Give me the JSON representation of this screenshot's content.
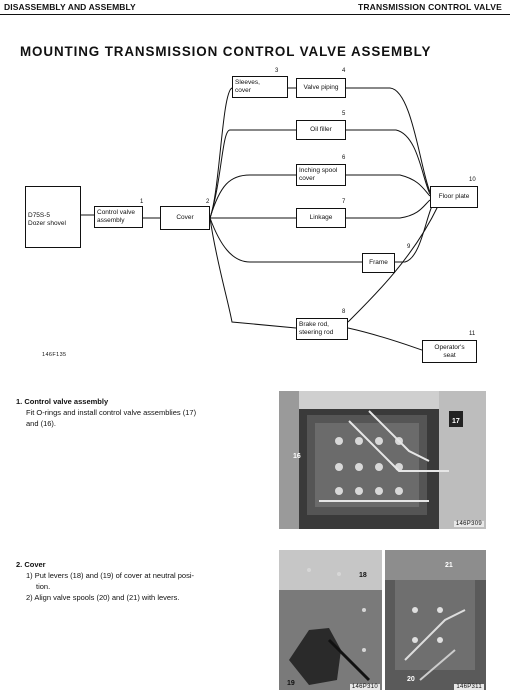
{
  "header": {
    "left": "DISASSEMBLY AND ASSEMBLY",
    "right": "TRANSMISSION CONTROL VALVE"
  },
  "title": "MOUNTING TRANSMISSION CONTROL VALVE ASSEMBLY",
  "diagram": {
    "machine": [
      "D75S-5",
      "Dozer shovel"
    ],
    "nodes": {
      "control_valve": {
        "num": "1",
        "lines": [
          "Control valve",
          "assembly"
        ]
      },
      "cover": {
        "num": "2",
        "label": "Cover"
      },
      "sleeves": {
        "num": "3",
        "lines": [
          "Sleeves,",
          "cover"
        ]
      },
      "valve_piping": {
        "num": "4",
        "label": "Valve piping"
      },
      "oil_filler": {
        "num": "5",
        "label": "Oil filler"
      },
      "inching": {
        "num": "6",
        "lines": [
          "Inching spool",
          "cover"
        ]
      },
      "linkage": {
        "num": "7",
        "label": "Linkage"
      },
      "brake_rod": {
        "num": "8",
        "lines": [
          "Brake rod,",
          "steering rod"
        ]
      },
      "frame": {
        "num": "9",
        "label": "Frame"
      },
      "floor_plate": {
        "num": "10",
        "label": "Floor plate"
      },
      "operator_seat": {
        "num": "11",
        "lines": [
          "Operator's",
          "seat"
        ]
      }
    },
    "figure_code": "146F135"
  },
  "steps": [
    {
      "title": "1.  Control valve assembly",
      "lines": [
        "Fit O-rings and install control valve assemblies (17)",
        "and (16)."
      ],
      "photo": {
        "callouts": [
          "17",
          "16"
        ],
        "code": "146P309"
      }
    },
    {
      "title": "2.  Cover",
      "lines": [
        "1)  Put levers (18) and (19) of cover at neutral posi-",
        "tion.",
        "2)  Align valve spools (20) and (21) with levers."
      ],
      "photo_left": {
        "callouts": [
          "18",
          "19"
        ],
        "code": "146P310"
      },
      "photo_right": {
        "callouts": [
          "21",
          "20"
        ],
        "code": "146P311"
      }
    }
  ]
}
